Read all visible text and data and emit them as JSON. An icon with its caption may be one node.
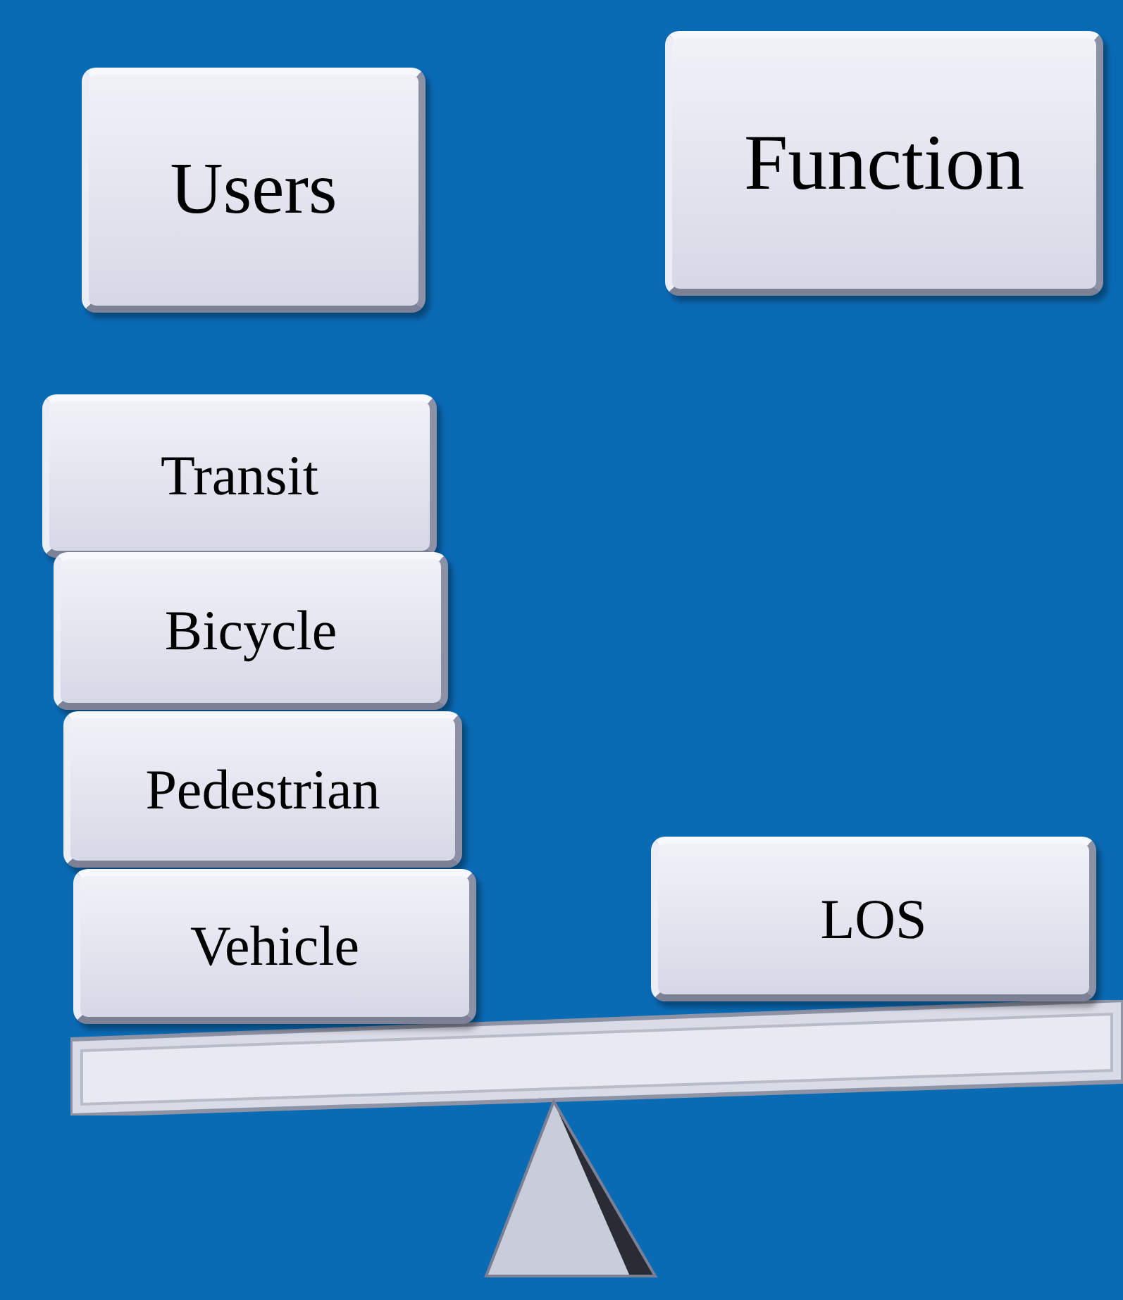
{
  "diagram": {
    "nodes": [
      {
        "text": [
          "Users"
        ]
      },
      {
        "text": [
          "Function"
        ]
      },
      {
        "text": [
          "Transit"
        ]
      },
      {
        "text": [
          "Bicycle"
        ]
      },
      {
        "text": [
          "Pedestrian"
        ]
      },
      {
        "text": [
          "Vehicle"
        ]
      },
      {
        "text": [
          "LOS"
        ]
      }
    ]
  }
}
